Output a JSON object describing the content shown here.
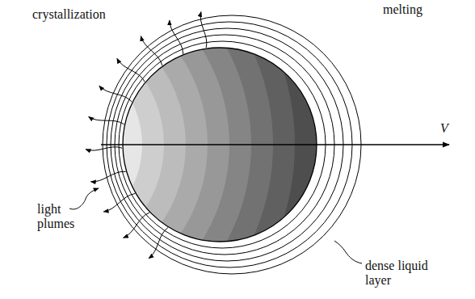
{
  "diagram": {
    "labels": [
      "crystallization",
      "melting",
      "V",
      "light plumes",
      "dense liquid layer"
    ]
  }
}
